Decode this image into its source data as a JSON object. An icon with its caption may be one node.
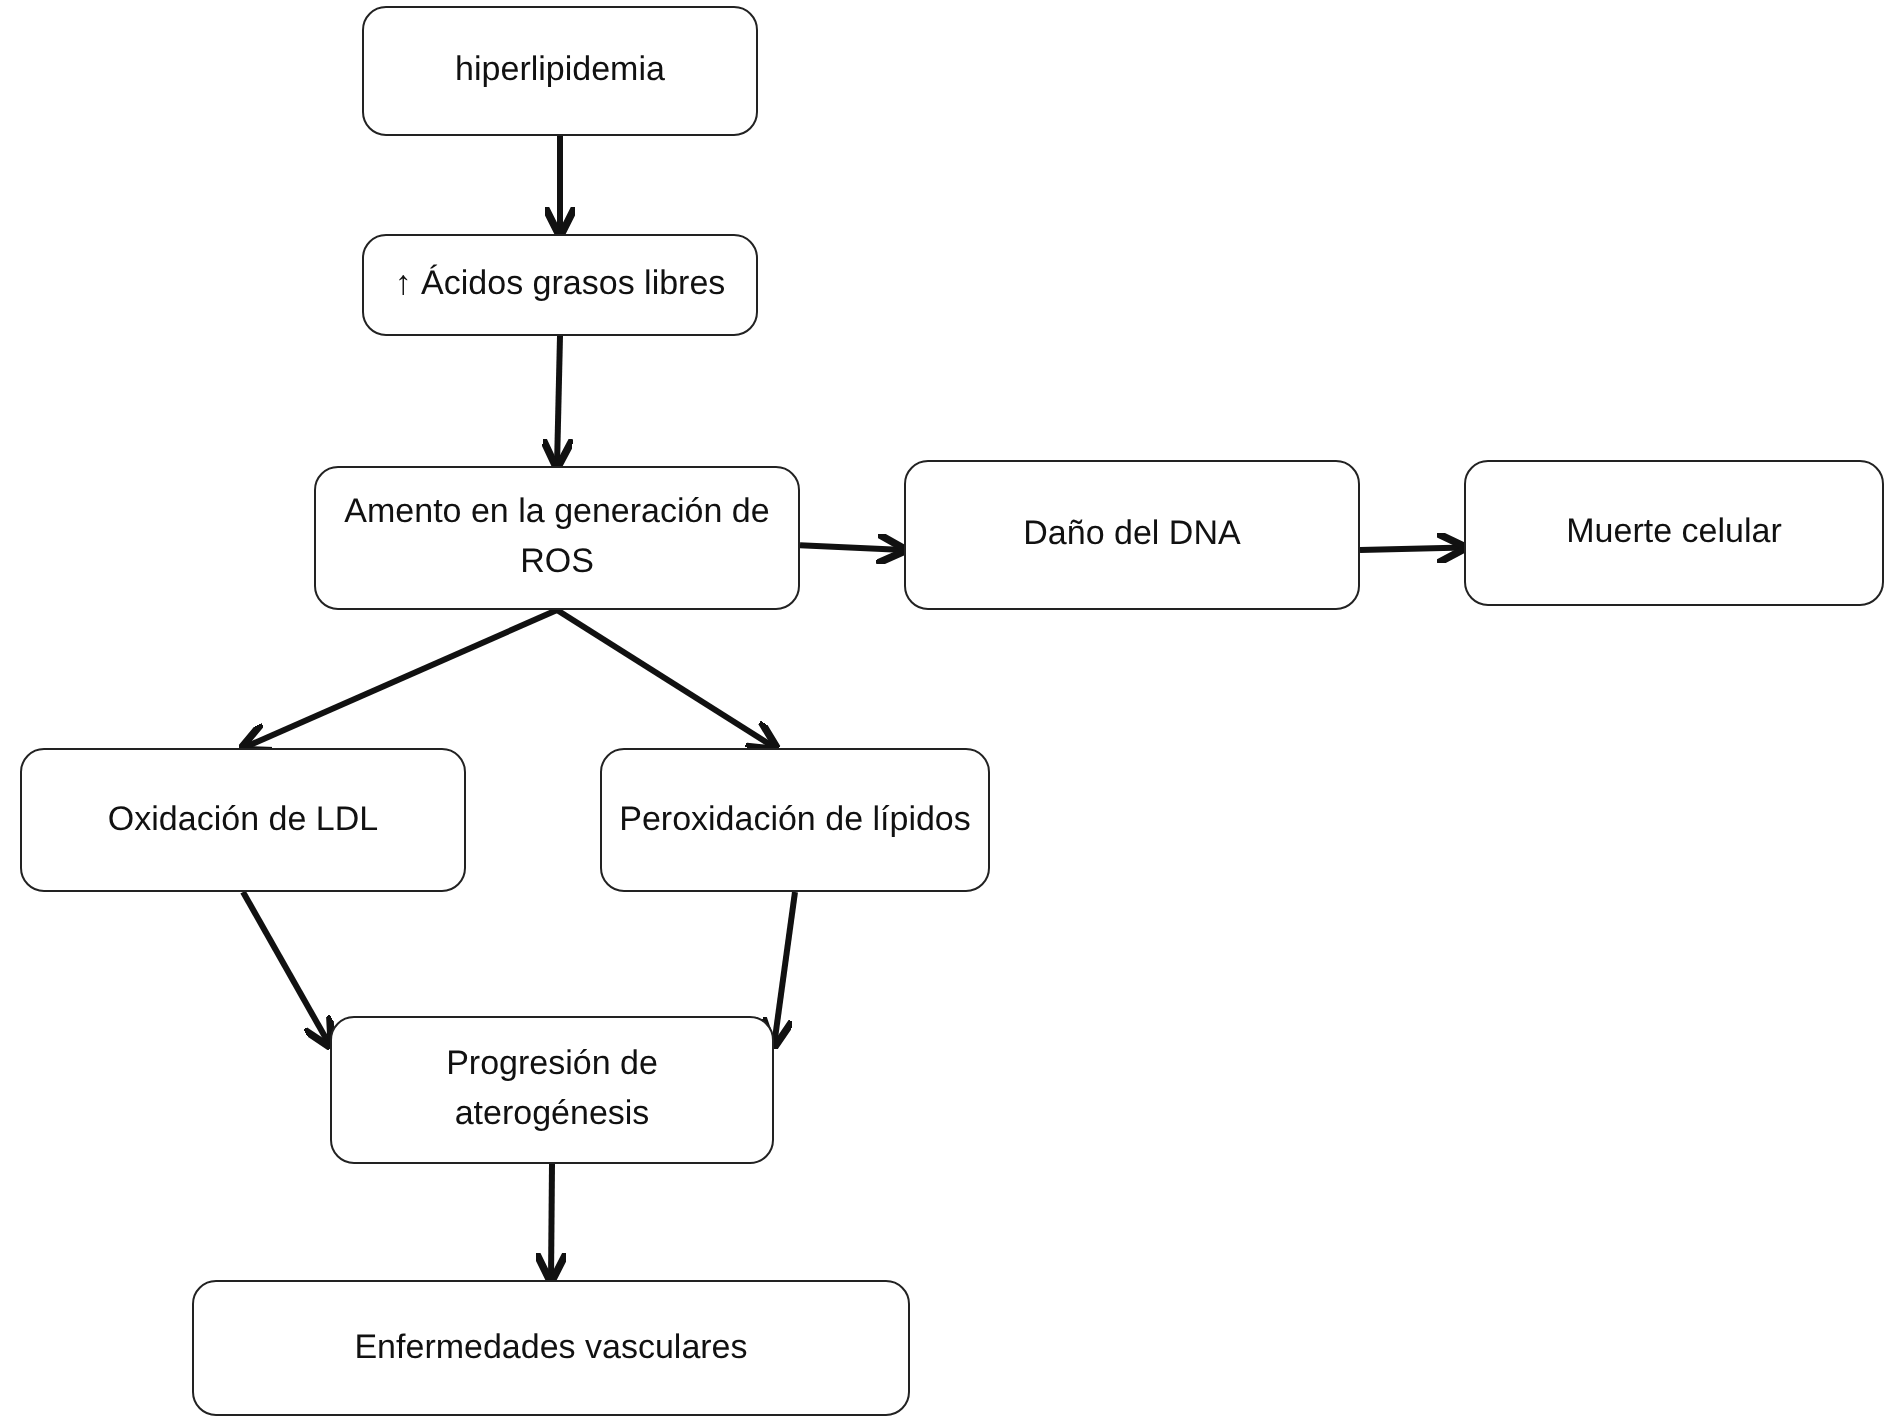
{
  "diagram": {
    "nodes": [
      {
        "text": [
          "hiperlipidemia"
        ]
      },
      {
        "text": [
          "↑ Ácidos grasos libres"
        ]
      },
      {
        "text": [
          "Amento en la generación de ROS"
        ]
      },
      {
        "text": [
          "Daño del DNA"
        ]
      },
      {
        "text": [
          "Muerte celular"
        ]
      },
      {
        "text": [
          "Oxidación de LDL"
        ]
      },
      {
        "text": [
          "Peroxidación de lípidos"
        ]
      },
      {
        "text": [
          "Progresión de aterogénesis"
        ]
      },
      {
        "text": [
          "Enfermedades vasculares"
        ]
      }
    ],
    "edges": [
      {
        "from": 0,
        "to": 1,
        "arrow": "to"
      },
      {
        "from": 1,
        "to": 2,
        "arrow": "to"
      },
      {
        "from": 2,
        "to": 3,
        "arrow": "to"
      },
      {
        "from": 3,
        "to": 4,
        "arrow": "to"
      },
      {
        "from": 2,
        "to": 5,
        "arrow": "to"
      },
      {
        "from": 2,
        "to": 6,
        "arrow": "to"
      },
      {
        "from": 5,
        "to": 7,
        "arrow": "to"
      },
      {
        "from": 6,
        "to": 7,
        "arrow": "to"
      },
      {
        "from": 7,
        "to": 8,
        "arrow": "to"
      }
    ]
  }
}
